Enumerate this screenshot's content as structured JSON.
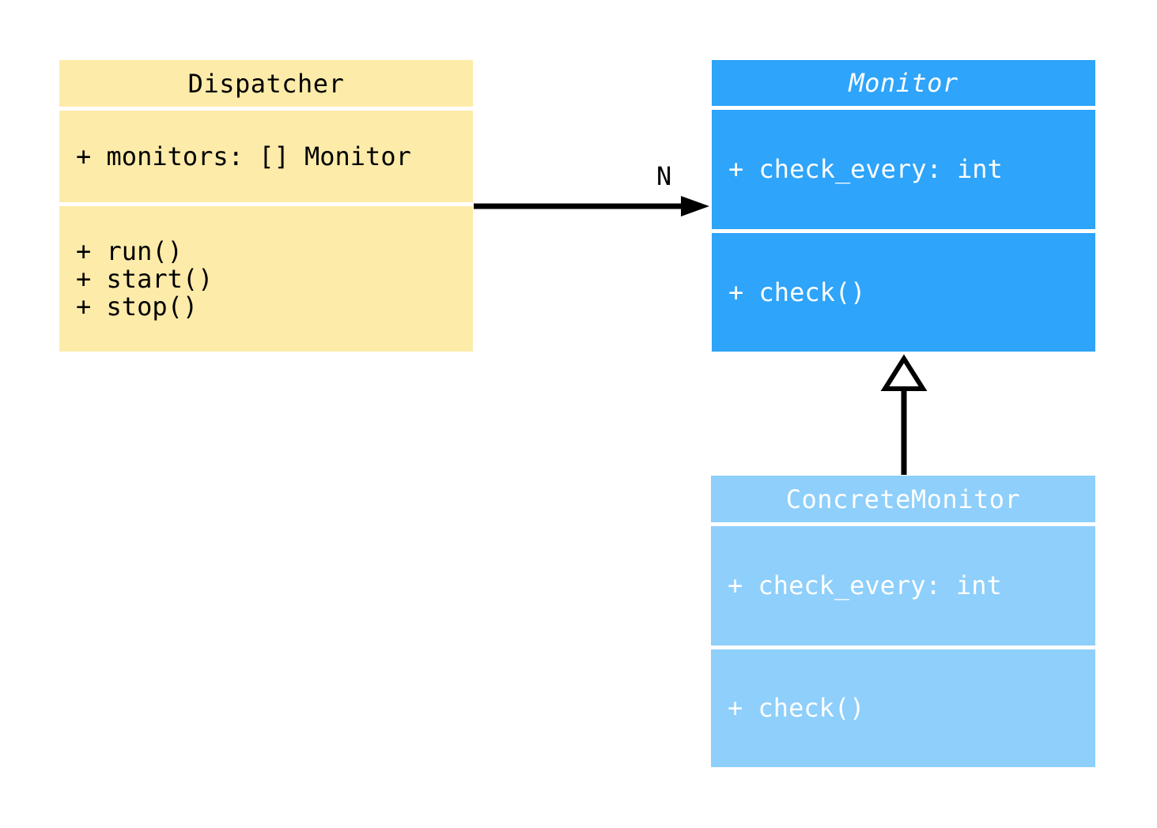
{
  "diagram": {
    "type": "uml-class-diagram",
    "background": "#ffffff",
    "classes": [
      {
        "name": "Dispatcher",
        "attributes": [
          "+ monitors: [] Monitor"
        ],
        "methods": [
          "+ run()",
          "+ start()",
          "+ stop()"
        ],
        "fill": "#FDEBA9",
        "text_color": "#000000",
        "title_italic": false
      },
      {
        "name": "Monitor",
        "attributes": [
          "+ check_every: int"
        ],
        "methods": [
          "+ check()"
        ],
        "fill": "#2EA4FA",
        "text_color": "#FFFFFF",
        "title_italic": true
      },
      {
        "name": "ConcreteMonitor",
        "attributes": [
          "+ check_every: int"
        ],
        "methods": [
          "+ check()"
        ],
        "fill": "#8ECFFB",
        "text_color": "#FFFFFF",
        "title_italic": false
      }
    ],
    "relations": [
      {
        "type": "association",
        "from": "Dispatcher",
        "to": "Monitor",
        "label": "N",
        "color": "#000000"
      },
      {
        "type": "inheritance",
        "from": "ConcreteMonitor",
        "to": "Monitor",
        "label": "",
        "color": "#000000"
      }
    ]
  }
}
